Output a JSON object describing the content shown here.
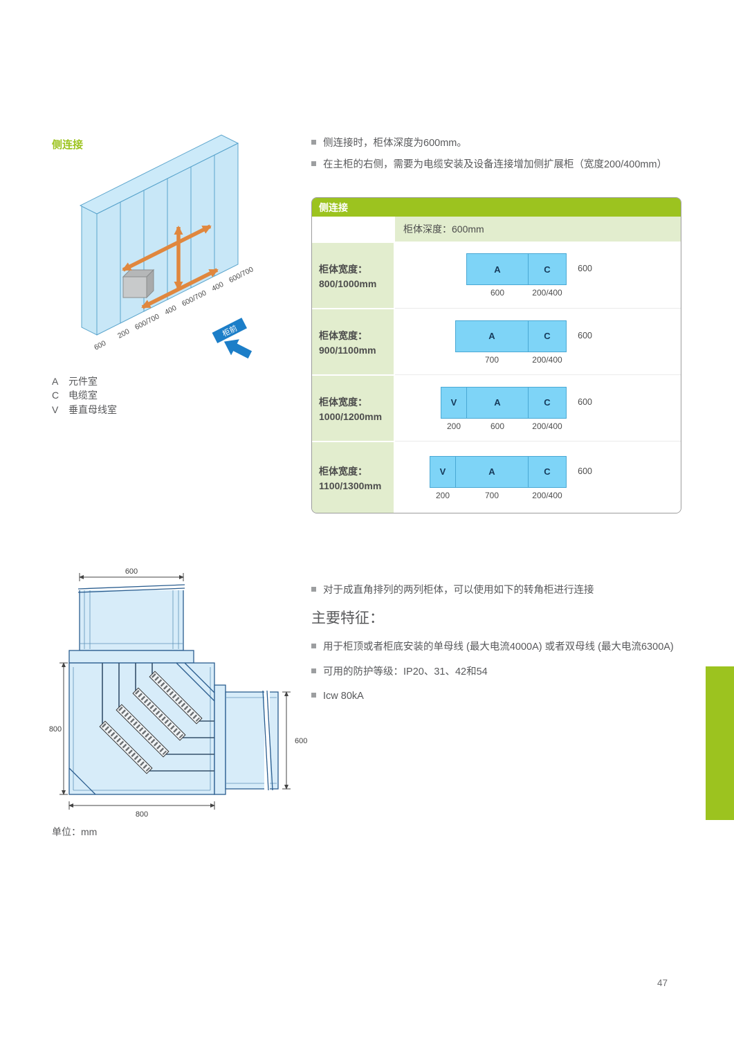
{
  "colors": {
    "green": "#9cc31f",
    "light_green": "#e2edce",
    "box_blue": "#7ed4f7",
    "text": "#58595b"
  },
  "page": {
    "number": "47"
  },
  "top_section": {
    "heading": "侧连接",
    "bullets": [
      "侧连接时，柜体深度为600mm。",
      "在主柜的右侧，需要为电缆安装及设备连接增加侧扩展柜（宽度200/400mm）"
    ],
    "iso": {
      "front_label": "柜前",
      "dim_labels": [
        "600",
        "200",
        "600/700",
        "400",
        "600/700",
        "400",
        "600/700"
      ]
    },
    "legend": [
      {
        "key": "A",
        "label": "元件室"
      },
      {
        "key": "C",
        "label": "电缆室"
      },
      {
        "key": "V",
        "label": "垂直母线室"
      }
    ]
  },
  "table": {
    "title": "侧连接",
    "depth_header": "柜体深度：600mm",
    "rows": [
      {
        "label_title": "柜体宽度：",
        "label_value": "800/1000mm",
        "depth": "600",
        "boxes": [
          {
            "letter": "A",
            "dim": "600"
          },
          {
            "letter": "C",
            "dim": "200/400"
          }
        ]
      },
      {
        "label_title": "柜体宽度：",
        "label_value": "900/1100mm",
        "depth": "600",
        "boxes": [
          {
            "letter": "A",
            "dim": "700"
          },
          {
            "letter": "C",
            "dim": "200/400"
          }
        ]
      },
      {
        "label_title": "柜体宽度：",
        "label_value": "1000/1200mm",
        "depth": "600",
        "boxes": [
          {
            "letter": "V",
            "dim": "200"
          },
          {
            "letter": "A",
            "dim": "600"
          },
          {
            "letter": "C",
            "dim": "200/400"
          }
        ]
      },
      {
        "label_title": "柜体宽度：",
        "label_value": "1100/1300mm",
        "depth": "600",
        "boxes": [
          {
            "letter": "V",
            "dim": "200"
          },
          {
            "letter": "A",
            "dim": "700"
          },
          {
            "letter": "C",
            "dim": "200/400"
          }
        ]
      }
    ]
  },
  "bottom_section": {
    "bullet": "对于成直角排列的两列柜体，可以使用如下的转角柜进行连接",
    "features_heading": "主要特征：",
    "features": [
      "用于柜顶或者柜底安装的单母线 (最大电流4000A) 或者双母线 (最大电流6300A)",
      "可用的防护等级：IP20、31、42和54",
      "Icw 80kA"
    ],
    "drawing": {
      "dim_top": "600",
      "dim_left": "800",
      "dim_bottom": "800",
      "dim_right": "600",
      "unit_note": "单位：mm"
    }
  }
}
